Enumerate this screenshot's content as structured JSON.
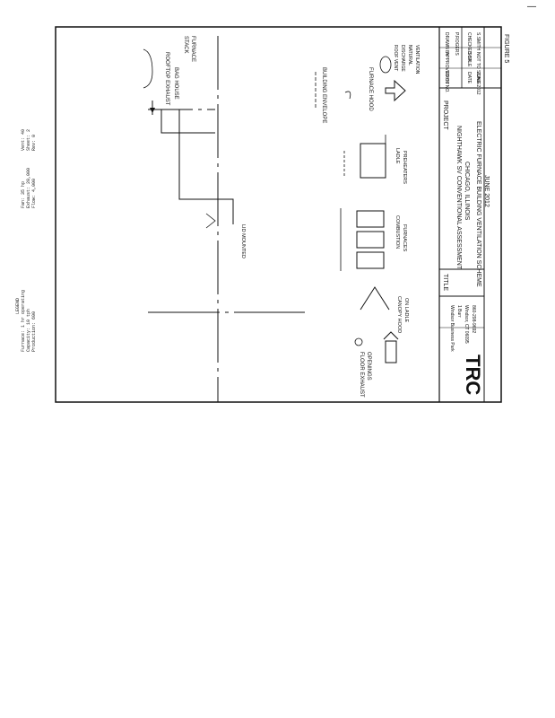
{
  "drawing": {
    "corner_mark": "—",
    "figure_label": "FIGURE 5",
    "project_line1": "NIGHTHAWK SV CONVENTIONAL ASSESSMENT",
    "project_line2": "CHICAGO, ILLINOIS",
    "sheet_title": "ELECTRIC FURNACE BUILDING VENTILATION SCHEME",
    "date": "JUNE 2012",
    "title_label": "TITLE",
    "project_label": "PROJECT",
    "firm": {
      "logo": "TRC",
      "address_lines": [
        "Windsor Business Park",
        "1 Burr",
        "Windsor, CT 06095",
        "860-298-9692"
      ]
    },
    "block_cells": [
      {
        "label": "DRAWN BY",
        "value": "P.ROGERS"
      },
      {
        "label": "CHECKED BY",
        "value": "S.SMITH"
      },
      {
        "label": "APPROVED BY",
        "value": ""
      },
      {
        "label": "SCALE",
        "value": "NOT TO SCALE"
      },
      {
        "label": "PROJ NO.",
        "value": ""
      },
      {
        "label": "DATE",
        "value": "JUNE 2012"
      }
    ],
    "labels": {
      "exhaust_top": "ROOFTOP EXHAUST",
      "baghouse": "BAG HOUSE",
      "stack1": "STACK",
      "stack2": "FURNACE",
      "lid_mount": "LID MOUNTED",
      "building_env": "BUILDING ENVELOPE",
      "hood": "FURNACE HOOD",
      "ladle": "LADLE",
      "ladle2": "PREHEATERS",
      "combustion": "COMBUSTION",
      "combustion2": "FURNACES",
      "floor_ex": "FLOOR EXHAUST",
      "floor_ex2": "OPENINGS",
      "roof_vent": "ROOF VENT",
      "roof_vent2": "DISCHARGE",
      "natural": "NATURAL",
      "natural2": "VENTILATION",
      "canopy": "CANOPY HOOD",
      "canopy2": "ON LADLE"
    },
    "notes_col1": [
      "LEGEND",
      "Furnace: 1 hr operating",
      "Capacity: 10 tph",
      "Production: 600"
    ],
    "notes_col2": [
      "Fan: 35 hp",
      "Exhaust: 20,000",
      "Flow: 4,000"
    ],
    "notes_col3": [
      "Vent: 40",
      "Sheet: 2",
      "Rev: 0"
    ]
  }
}
